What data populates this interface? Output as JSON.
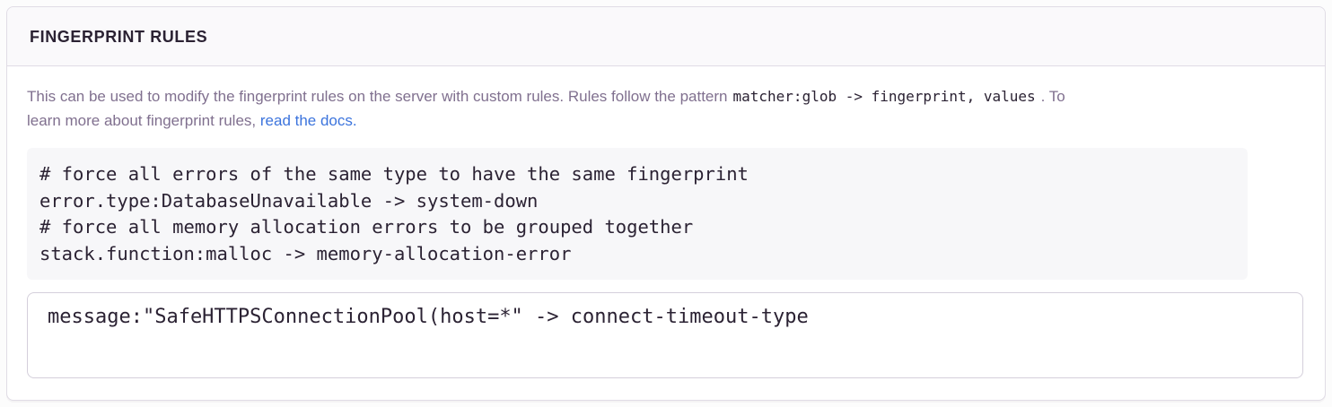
{
  "panel": {
    "title": "FINGERPRINT RULES",
    "description": {
      "line1_text": "This can be used to modify the fingerprint rules on the server with custom rules. Rules follow the pattern",
      "pattern_code": "matcher:glob -> fingerprint, values",
      "line1_suffix": ". To",
      "line2_text": "learn more about fingerprint rules,",
      "link_label": "read the docs."
    },
    "example_code": "# force all errors of the same type to have the same fingerprint\nerror.type:DatabaseUnavailable -> system-down\n# force all memory allocation errors to be grouped together\nstack.function:malloc -> memory-allocation-error",
    "rules_input": {
      "value": "message:\"SafeHTTPSConnectionPool(host=*\" -> connect-timeout-type"
    }
  },
  "colors": {
    "page_bg": "#fcfcfc",
    "panel_bg": "#ffffff",
    "panel_border": "#e0dce5",
    "header_bg": "#faf9fb",
    "heading_text": "#2b2233",
    "body_text": "#80708f",
    "link": "#3c74dd",
    "code_text": "#2b2233",
    "code_block_bg": "#f7f7f9",
    "input_border": "#d4cfdb"
  }
}
